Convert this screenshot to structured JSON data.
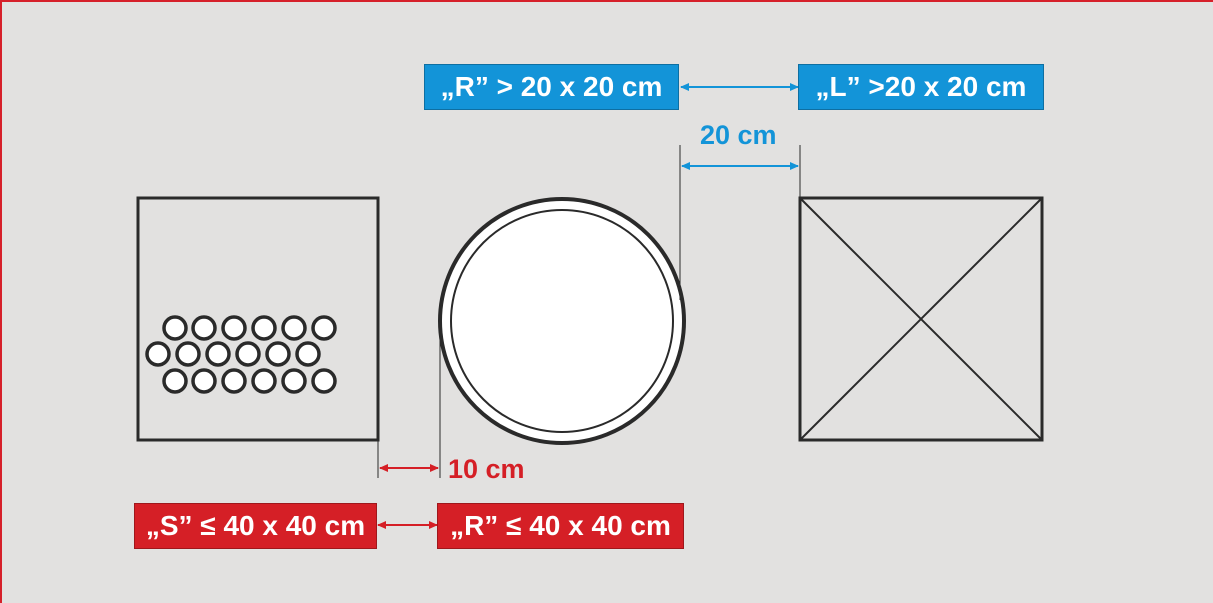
{
  "labels": {
    "top_left": "„R” > 20 x 20 cm",
    "top_right": "„L” >20 x 20 cm",
    "bottom_left": "„S” ≤ 40 x 40 cm",
    "bottom_right": "„R” ≤ 40 x 40 cm"
  },
  "dimensions": {
    "top": "20 cm",
    "bottom": "10 cm"
  },
  "colors": {
    "blue": "#1394d8",
    "red": "#d51f26",
    "background": "#e2e1e0",
    "frame": "#d6202a",
    "stroke": "#2a2a2a"
  }
}
